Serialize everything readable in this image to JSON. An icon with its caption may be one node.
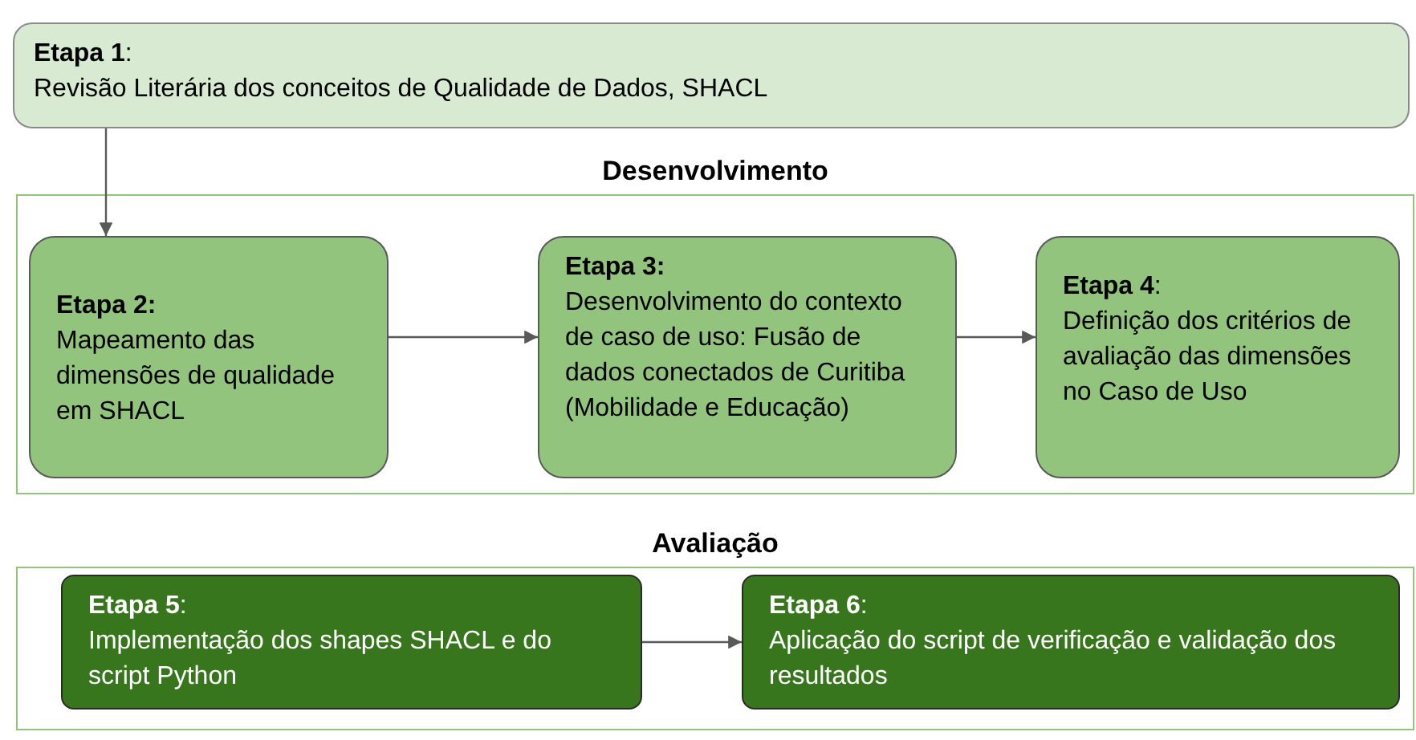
{
  "diagram": {
    "nodes": [
      {
        "text": [
          "**Etapa 1**:",
          "Revisão Literária dos conceitos de Qualidade de Dados, SHACL"
        ]
      },
      {
        "text": [
          "Desenvolvimento"
        ]
      },
      {
        "text": [
          "**Etapa 2:**",
          "Mapeamento das dimensões de qualidade em SHACL"
        ],
        "in": 1
      },
      {
        "text": [
          "**Etapa 3:**",
          "Desenvolvimento do contexto de caso de uso: Fusão de dados conectados de Curitiba (Mobilidade e Educação)"
        ],
        "in": 1
      },
      {
        "text": [
          "**Etapa 4**:",
          "Definição dos critérios de avaliação das dimensões no Caso de Uso"
        ],
        "in": 1
      },
      {
        "text": [
          "Avaliação"
        ]
      },
      {
        "text": [
          "**Etapa 5**:",
          "Implementação dos shapes SHACL e do script Python"
        ],
        "in": 5
      },
      {
        "text": [
          "**Etapa 6**:",
          "Aplicação do script de verificação e validação dos resultados"
        ],
        "in": 5
      }
    ],
    "edges": [
      {
        "from": 0,
        "to": 2,
        "arrow": "to"
      },
      {
        "from": 2,
        "to": 3,
        "arrow": "to"
      },
      {
        "from": 3,
        "to": 4,
        "arrow": "to"
      },
      {
        "from": 6,
        "to": 7,
        "arrow": "to"
      }
    ]
  }
}
